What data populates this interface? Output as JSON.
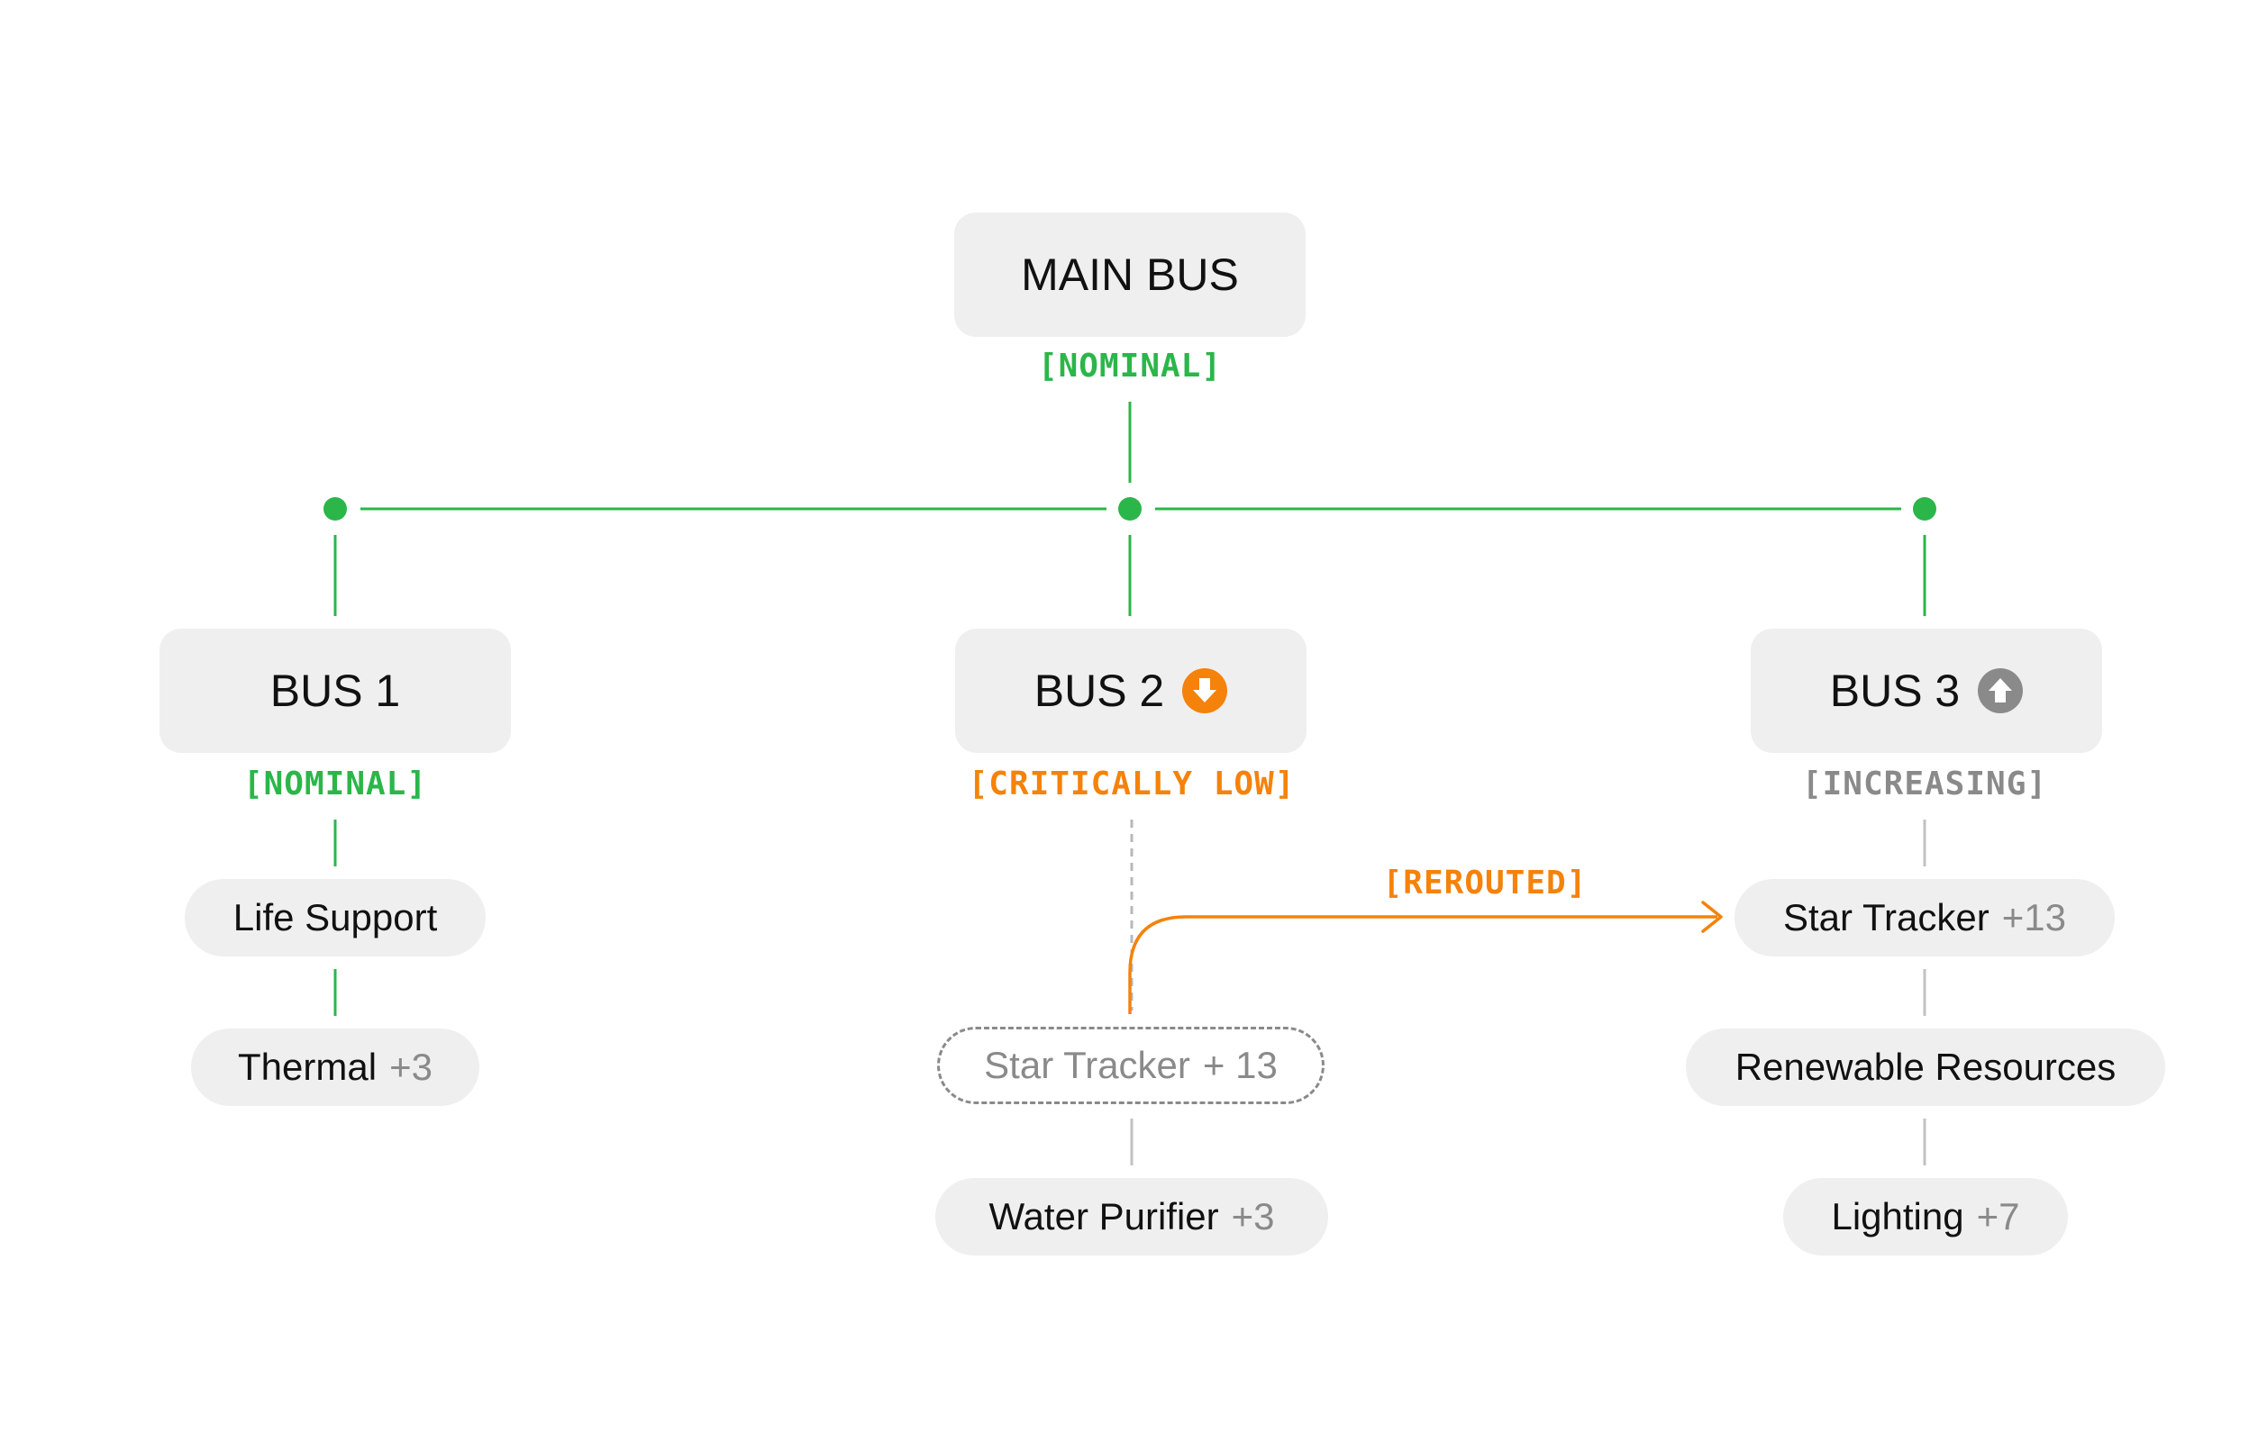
{
  "colors": {
    "nominal": "#2bb64a",
    "critical": "#f5820b",
    "increasing": "#8a8a8a",
    "node_bg": "#efefef"
  },
  "main_bus": {
    "label": "MAIN BUS",
    "status": "[NOMINAL]"
  },
  "buses": [
    {
      "label": "BUS 1",
      "status": "[NOMINAL]",
      "icon": null
    },
    {
      "label": "BUS 2",
      "status": "[CRITICALLY LOW]",
      "icon": "arrow-down-circle-icon"
    },
    {
      "label": "BUS 3",
      "status": "[INCREASING]",
      "icon": "arrow-up-circle-icon"
    }
  ],
  "bus1_loads": [
    {
      "name": "Life Support",
      "count": ""
    },
    {
      "name": "Thermal",
      "count": "+3"
    }
  ],
  "bus2_loads": [
    {
      "name": "Star Tracker",
      "count": "+ 13",
      "state": "rerouted-away"
    },
    {
      "name": "Water Purifier",
      "count": "+3"
    }
  ],
  "bus3_loads": [
    {
      "name": "Star Tracker",
      "count": "+13"
    },
    {
      "name": "Renewable Resources",
      "count": ""
    },
    {
      "name": "Lighting",
      "count": "+7"
    }
  ],
  "reroute": {
    "label": "[REROUTED]",
    "from": "BUS 2 / Star Tracker",
    "to": "BUS 3 / Star Tracker"
  }
}
